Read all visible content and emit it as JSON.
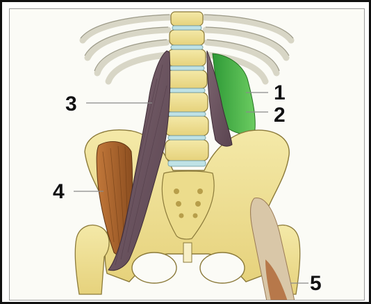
{
  "labels": {
    "one": "1",
    "two": "2",
    "three": "3",
    "four": "4",
    "five": "5"
  },
  "colors": {
    "bone": "#f1e49a",
    "bone_shadow": "#c9b864",
    "rib": "#e9e7d8",
    "psoas": "#6e5560",
    "quadratus": "#3fae42",
    "iliacus": "#a9642b",
    "thigh_muscle": "#d9c7a8",
    "leader_line": "#8a8a8a"
  }
}
